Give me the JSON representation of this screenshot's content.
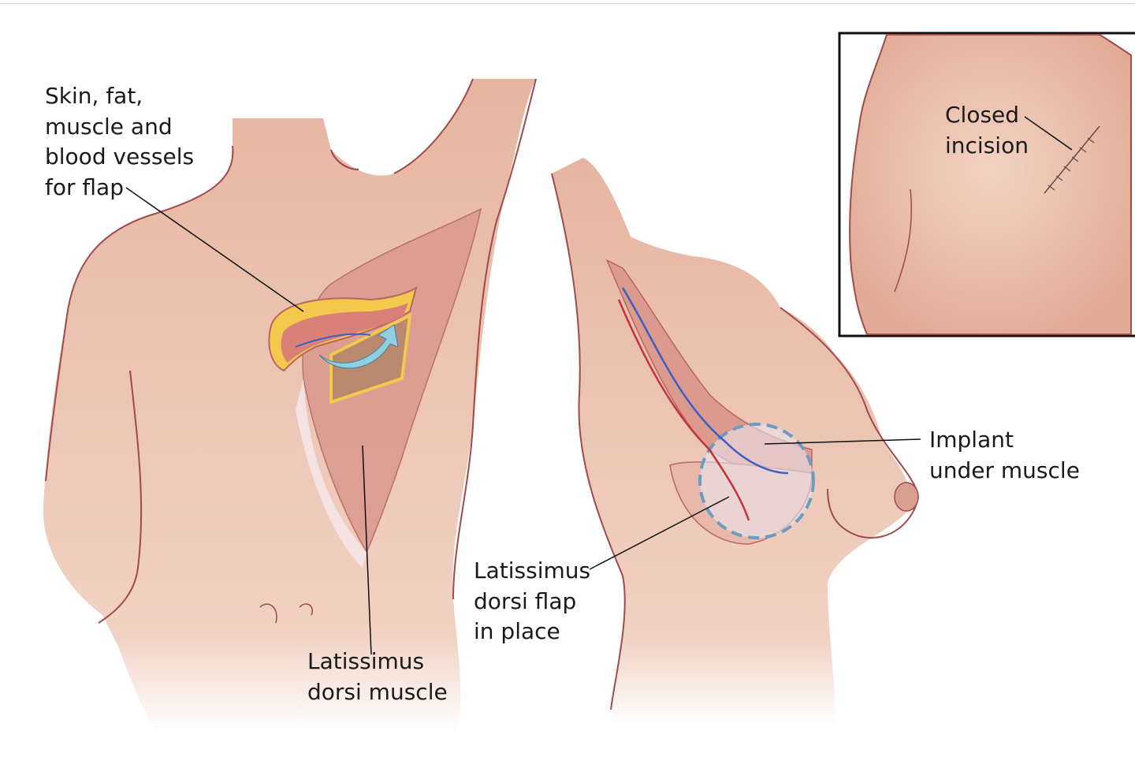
{
  "labels": {
    "flap_tissue": "Skin, fat,\nmuscle and\nblood vessels\nfor flap",
    "lat_muscle": "Latissimus\ndorsi muscle",
    "flap_in_place": "Latissimus\ndorsi flap\nin place",
    "implant": "Implant\nunder muscle",
    "closed_incision": "Closed\nincision"
  },
  "colors": {
    "skin": "#ecc4b1",
    "outline": "#a04a4c",
    "muscle": "#d98f86",
    "fat": "#f2c94c",
    "artery": "#c8323a",
    "vein": "#3d5fc4",
    "arrow": "#8fd0e0",
    "implant_outline": "#6e9cc0"
  }
}
